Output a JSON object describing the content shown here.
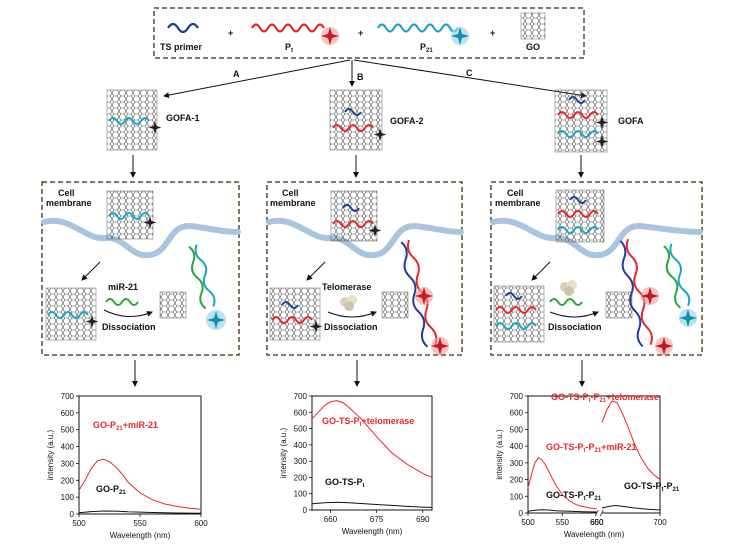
{
  "top": {
    "ts_primer": "TS primer",
    "pt": "P",
    "pt_sub": "t",
    "p21": "P",
    "p21_sub": "21",
    "go": "GO",
    "plus": "+"
  },
  "branches": {
    "a": "A",
    "b": "B",
    "c": "C"
  },
  "probes": {
    "gofa1": "GOFA-1",
    "gofa2": "GOFA-2",
    "gofa": "GOFA"
  },
  "cells": [
    {
      "membrane": "Cell",
      "membrane2": "membrane",
      "target": "miR-21",
      "action": "Dissociation"
    },
    {
      "membrane": "Cell",
      "membrane2": "membrane",
      "target": "Telomerase",
      "action": "Dissociation"
    },
    {
      "membrane": "Cell",
      "membrane2": "membrane",
      "target": "",
      "action": "Dissociation"
    }
  ],
  "colors": {
    "ts_primer": "#1f3c9b",
    "pt": "#e8262b",
    "p21": "#17a7c4",
    "mir21": "#2aa63a",
    "membrane": "#a9c4e0",
    "frame": "#5a4a2a"
  },
  "chart_data": [
    {
      "type": "line",
      "xlabel": "Wavelength (nm)",
      "ylabel": "intensity (a.u.)",
      "xlim": [
        500,
        600
      ],
      "ylim": [
        0,
        700
      ],
      "xticks": [
        "500",
        "550",
        "600"
      ],
      "yticks": [
        "0",
        "100",
        "200",
        "300",
        "400",
        "500",
        "600",
        "700"
      ],
      "annotations": {
        "red": "GO-P21+miR-21",
        "black": "GO-P21"
      },
      "series": [
        {
          "name": "GO-P21+miR-21",
          "color": "#e8262b",
          "x": [
            500,
            505,
            510,
            515,
            520,
            525,
            530,
            535,
            540,
            550,
            560,
            570,
            580,
            590,
            600
          ],
          "y": [
            140,
            200,
            270,
            315,
            325,
            310,
            280,
            240,
            190,
            125,
            85,
            60,
            45,
            35,
            28
          ]
        },
        {
          "name": "GO-P21",
          "color": "#111111",
          "x": [
            500,
            510,
            520,
            530,
            540,
            560,
            580,
            600
          ],
          "y": [
            8,
            14,
            18,
            17,
            13,
            9,
            6,
            5
          ]
        }
      ]
    },
    {
      "type": "line",
      "xlabel": "Wavelength (nm)",
      "ylabel": "intensity (a.u.)",
      "xlim": [
        654,
        693
      ],
      "ylim": [
        0,
        700
      ],
      "xticks": [
        "660",
        "675",
        "690"
      ],
      "yticks": [
        "0",
        "100",
        "200",
        "300",
        "400",
        "500",
        "600",
        "700"
      ],
      "annotations": {
        "red": "GO-TS-Pt+telomerase",
        "black": "GO-TS-Pt"
      },
      "series": [
        {
          "name": "GO-TS-Pt+telomerase",
          "color": "#e8262b",
          "x": [
            654,
            656,
            658,
            660,
            662,
            664,
            666,
            670,
            675,
            680,
            685,
            690,
            693
          ],
          "y": [
            560,
            600,
            640,
            665,
            672,
            660,
            630,
            560,
            450,
            350,
            280,
            225,
            200
          ]
        },
        {
          "name": "GO-TS-Pt",
          "color": "#111111",
          "x": [
            654,
            658,
            662,
            666,
            670,
            675,
            680,
            685,
            690,
            693
          ],
          "y": [
            38,
            44,
            47,
            44,
            40,
            34,
            28,
            22,
            18,
            16
          ]
        }
      ]
    },
    {
      "type": "line",
      "xlabel": "Wavelength (nm)",
      "ylabel": "intensity (a.u.)",
      "xlim": [
        500,
        700
      ],
      "ylim": [
        0,
        700
      ],
      "xticks": [
        "500",
        "550",
        "600",
        "650",
        "700"
      ],
      "yticks": [
        "0",
        "100",
        "200",
        "300",
        "400",
        "500",
        "600",
        "700"
      ],
      "annotations": {
        "red_top": "GO-TS-Pt-P21+telomerase",
        "red_mid": "GO-TS-Pt-P21+miR-21",
        "black_left": "GO-TS-Pt-P21",
        "black_right": "GO-TS-Pt-P21"
      },
      "series": [
        {
          "name": "GO-TS-Pt-P21+miR-21",
          "color": "#e8262b",
          "x": [
            500,
            505,
            510,
            515,
            520,
            525,
            530,
            540,
            550,
            560,
            570,
            580,
            590,
            600
          ],
          "y": [
            150,
            230,
            300,
            330,
            320,
            290,
            250,
            170,
            110,
            75,
            50,
            38,
            30,
            25
          ]
        },
        {
          "name": "GO-TS-Pt-P21+telomerase",
          "color": "#e8262b",
          "x": [
            654,
            658,
            662,
            666,
            670,
            675,
            680,
            685,
            690,
            695,
            700
          ],
          "y": [
            540,
            620,
            670,
            660,
            600,
            510,
            410,
            330,
            270,
            230,
            200
          ]
        },
        {
          "name": "GO-TS-Pt-P21 (left)",
          "color": "#111111",
          "x": [
            500,
            510,
            520,
            530,
            540,
            560,
            580,
            600
          ],
          "y": [
            10,
            16,
            20,
            18,
            14,
            10,
            8,
            6
          ]
        },
        {
          "name": "GO-TS-Pt-P21 (right)",
          "color": "#111111",
          "x": [
            654,
            660,
            665,
            670,
            680,
            690,
            700
          ],
          "y": [
            30,
            40,
            45,
            40,
            30,
            22,
            18
          ]
        }
      ]
    }
  ]
}
